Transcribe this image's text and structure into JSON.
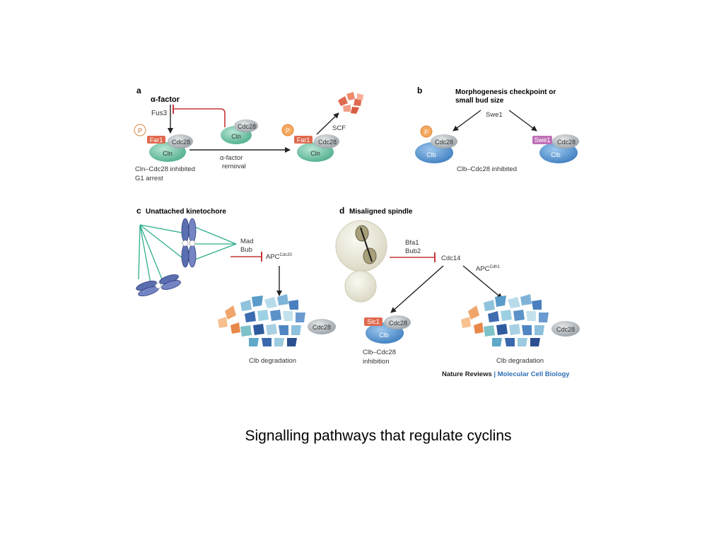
{
  "caption": "Signalling pathways that regulate cyclins",
  "colors": {
    "green": "#5fb89a",
    "grey": "#b3b9bd",
    "red": "#d9634a",
    "orange": "#e89a55",
    "blue": "#3f7fc0",
    "magenta": "#c070b8",
    "teal": "#2fae8e",
    "inhibit": "#c8373a",
    "accent_blue": "#2f6fb5"
  },
  "panel_a": {
    "letter": "a",
    "alpha_factor": "α-factor",
    "fus3": "Fus3",
    "p": "P",
    "far1": "Far1",
    "cdc28": "Cdc28",
    "cln": "Cln",
    "inhibited_line1": "Cln–Cdc28 inhibited",
    "inhibited_line2": "G1 arrest",
    "removal_line1": "α-factor",
    "removal_line2": "removal",
    "scf": "SCF"
  },
  "panel_b": {
    "letter": "b",
    "title_line1": "Morphogenesis checkpoint or",
    "title_line2": "small bud size",
    "swe1": "Swe1",
    "p": "P",
    "cdc28": "Cdc28",
    "clb": "Clb",
    "inhibited": "Clb–Cdc28 inhibited"
  },
  "panel_c": {
    "letter": "c",
    "title": "Unattached kinetochore",
    "mad": "Mad",
    "bub": "Bub",
    "apc": "APC",
    "apc_sup": "Cdc20",
    "cdc28": "Cdc28",
    "degradation": "Clb degradation"
  },
  "panel_d": {
    "letter": "d",
    "title": "Misaligned spindle",
    "bfa1": "Bfa1",
    "bub2": "Bub2",
    "cdc14": "Cdc14",
    "apc": "APC",
    "apc_sup": "Cdh1",
    "sic1": "Sic1",
    "cdc28": "Cdc28",
    "clb": "Clb",
    "inhibition_line1": "Clb–Cdc28",
    "inhibition_line2": "inhibition",
    "degradation": "Clb degradation"
  },
  "credit": {
    "journal": "Nature Reviews",
    "separator": " | ",
    "section": "Molecular Cell Biology"
  }
}
